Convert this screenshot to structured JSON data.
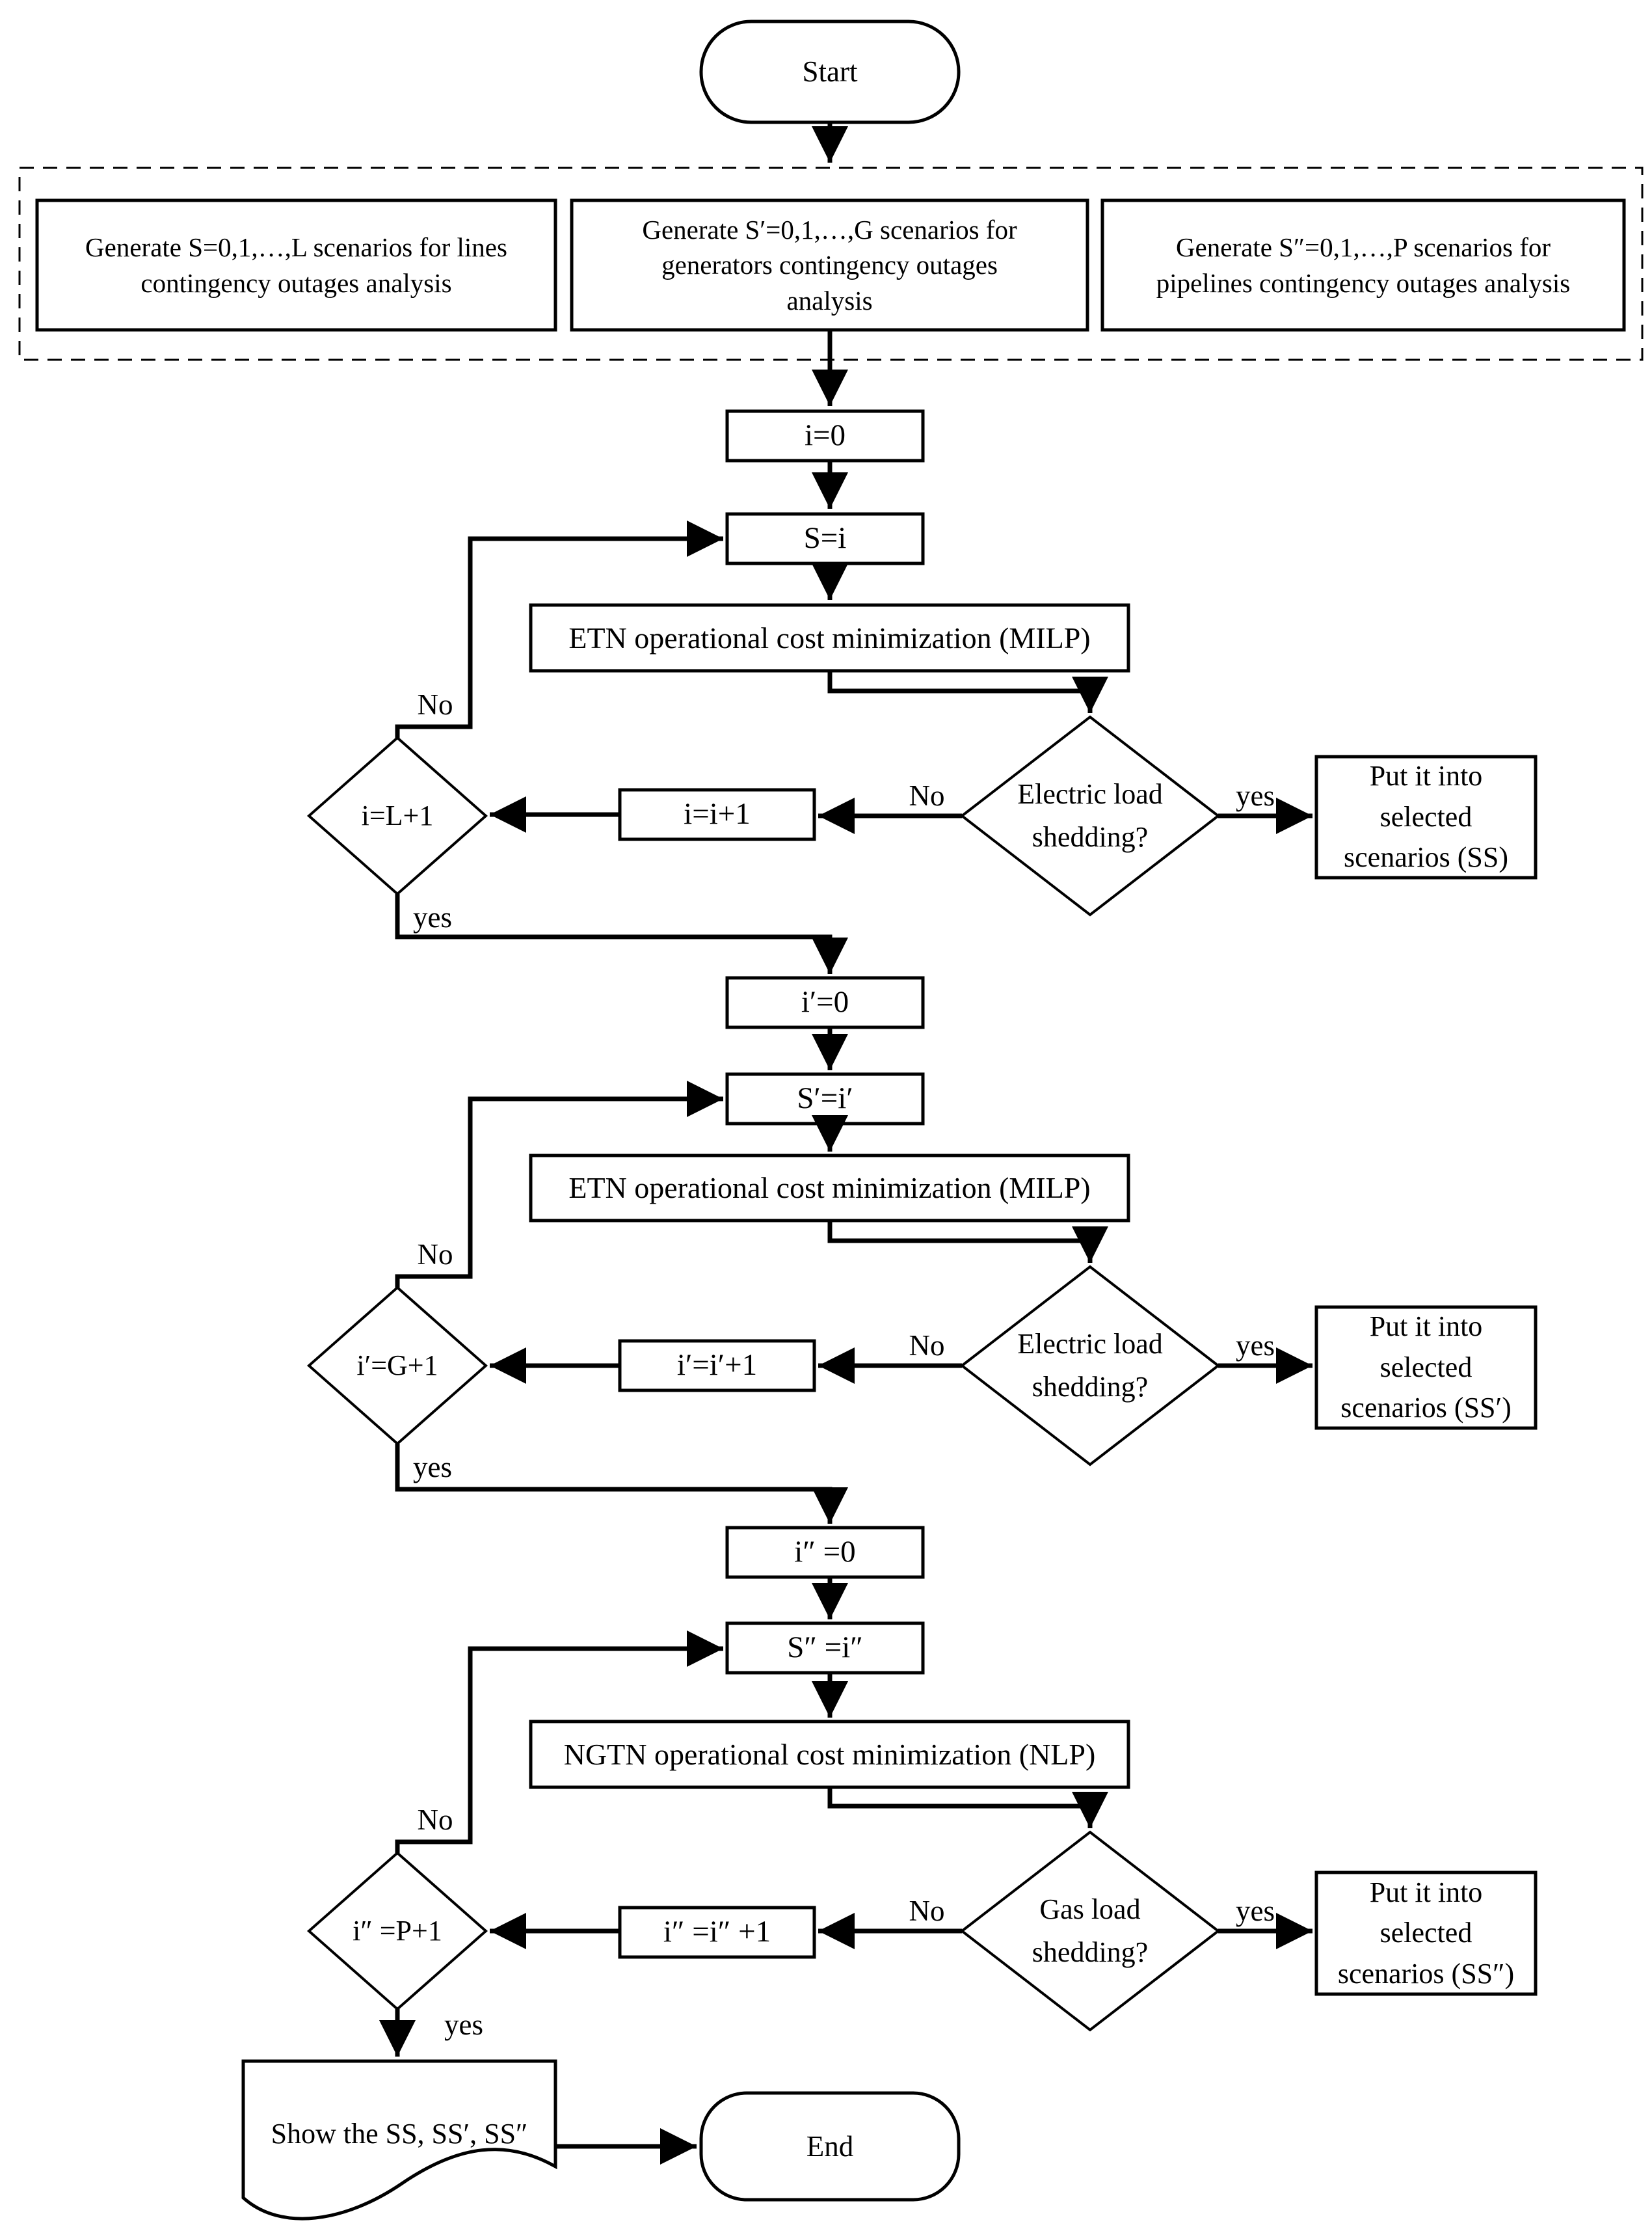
{
  "nodes": {
    "start": "Start",
    "generate": {
      "lines": "Generate S=0,1,…,L scenarios for lines contingency outages analysis",
      "generators": "Generate S′=0,1,…,G scenarios for generators contingency outages analysis",
      "pipelines": "Generate S″=0,1,…,P scenarios for pipelines contingency outages analysis"
    },
    "loop1": {
      "init": "i=0",
      "assign": "S=i",
      "solve": "ETN operational cost minimization (MILP)",
      "decision": "Electric load shedding?",
      "collect": "Put it into selected scenarios (SS)",
      "increment": "i=i+1",
      "exit_check": "i=L+1"
    },
    "loop2": {
      "init": "i′=0",
      "assign": "S′=i′",
      "solve": "ETN operational cost minimization (MILP)",
      "decision": "Electric load shedding?",
      "collect": "Put it into selected scenarios (SS′)",
      "increment": "i′=i′+1",
      "exit_check": "i′=G+1"
    },
    "loop3": {
      "init": "i″ =0",
      "assign": "S″ =i″",
      "solve": "NGTN operational cost minimization (NLP)",
      "decision": "Gas load shedding?",
      "collect": "Put it into selected scenarios (SS″)",
      "increment": "i″ =i″ +1",
      "exit_check": "i″ =P+1"
    },
    "output": "Show the SS, SS′, SS″",
    "end": "End"
  },
  "labels": {
    "yes": "yes",
    "no": "No"
  },
  "colors": {
    "stroke": "#000000",
    "fill": "#ffffff",
    "background": "#ffffff"
  }
}
